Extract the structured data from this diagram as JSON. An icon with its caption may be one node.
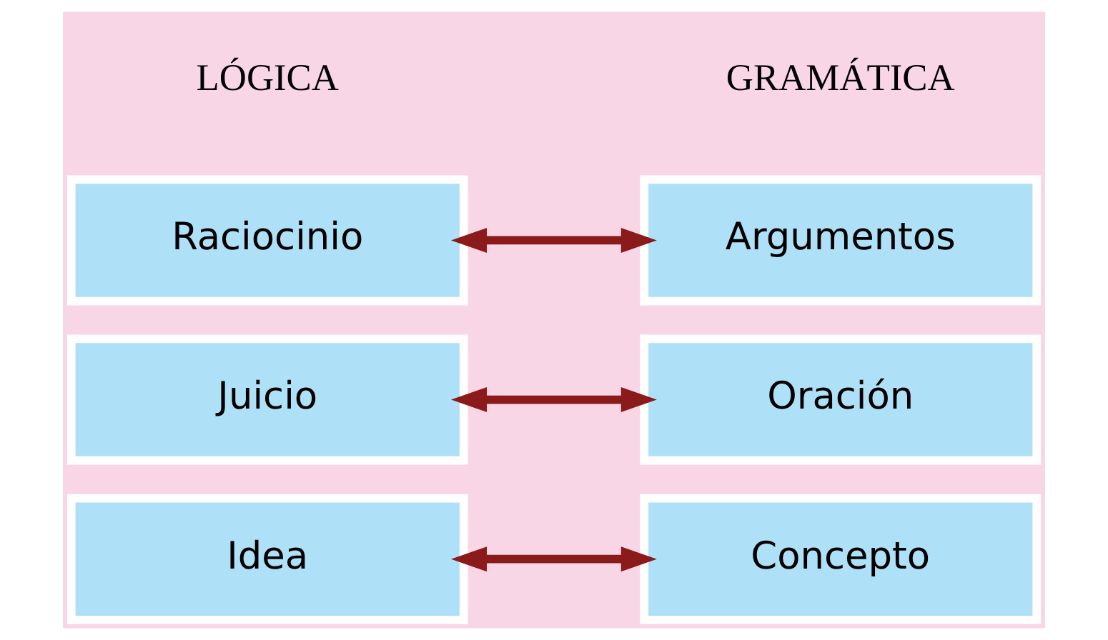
{
  "diagram": {
    "nodes": [
      {
        "text": [
          "Idea"
        ]
      },
      {
        "text": [
          "Concepto"
        ]
      },
      {
        "text": [
          "Juicio"
        ]
      },
      {
        "text": [
          "Oración"
        ]
      },
      {
        "text": [
          "Raciocinio"
        ]
      },
      {
        "text": [
          "Argumentos"
        ]
      }
    ],
    "edges": [
      {
        "from": 0,
        "to": 1,
        "arrow": "both"
      },
      {
        "from": 2,
        "to": 3,
        "arrow": "both"
      },
      {
        "from": 4,
        "to": 5,
        "arrow": "both"
      }
    ],
    "labels": [
      "LÓGICA",
      "GRAMÁTICA"
    ]
  }
}
